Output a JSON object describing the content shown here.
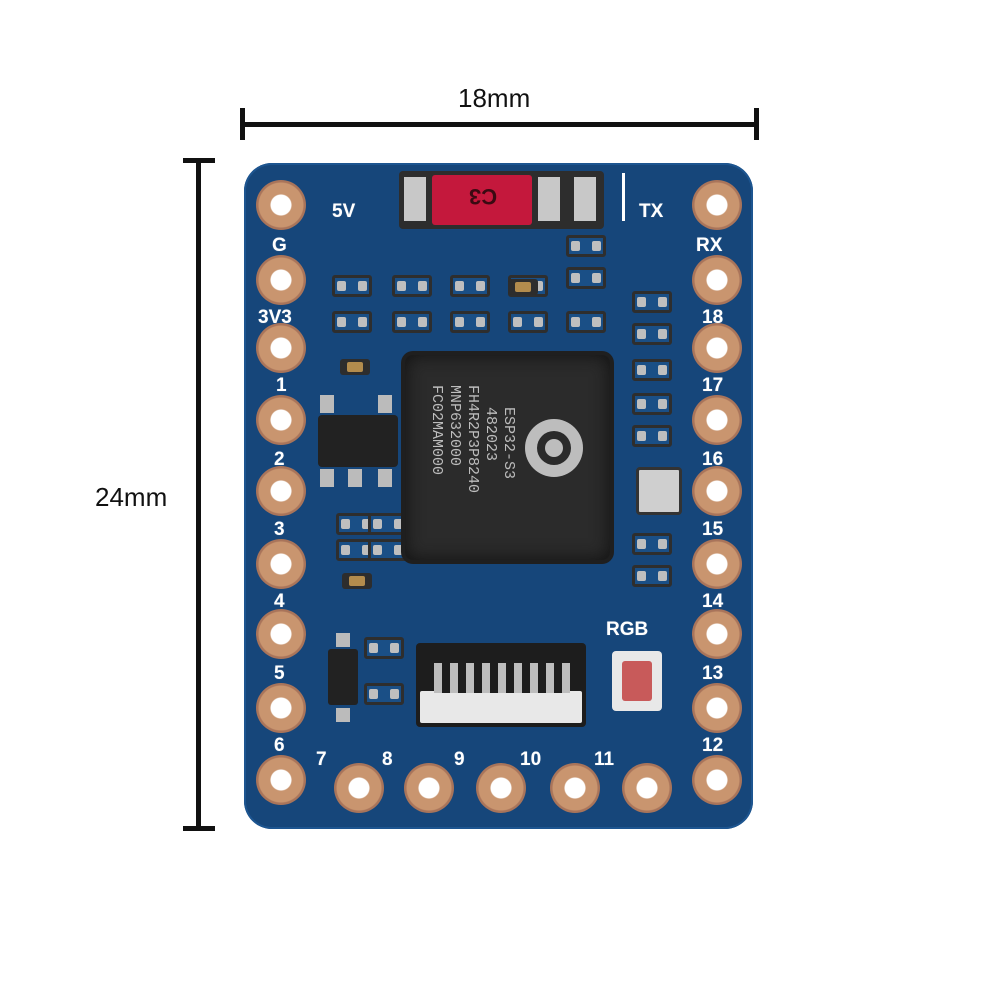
{
  "dimensions": {
    "width_label": "18mm",
    "height_label": "24mm"
  },
  "board": {
    "chip_lines": [
      "ESP32-S3",
      "482023",
      "FH4R2P3P8240",
      "MNP632000",
      "FC02MAM000"
    ],
    "cap_label": "C3",
    "top_labels": {
      "left": "5V",
      "right": "TX"
    },
    "left_pins": [
      "G",
      "3V3",
      "1",
      "2",
      "3",
      "4",
      "5",
      "6"
    ],
    "right_pins": [
      "RX",
      "18",
      "17",
      "16",
      "15",
      "14",
      "13",
      "12"
    ],
    "bottom_pins": [
      "7",
      "8",
      "9",
      "10",
      "11"
    ],
    "led_label": "RGB",
    "colors": {
      "pcb": "#16467a",
      "pad": "#c9956f",
      "chip": "#2b2b2b",
      "cap": "#c4183c"
    }
  }
}
